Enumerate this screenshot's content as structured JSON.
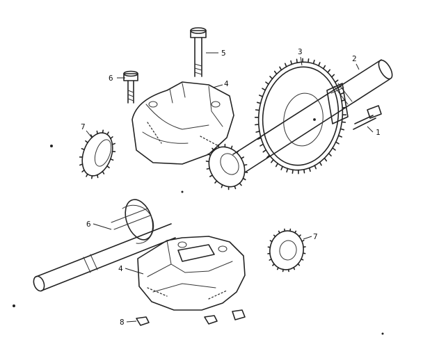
{
  "labels": {
    "l1": "1",
    "l2": "2",
    "l3": "3",
    "l4_top": "4",
    "l4_bottom": "4",
    "l5": "5",
    "l6_bolt": "6",
    "l6_shaft": "6",
    "l7_left": "7",
    "l7_right": "7",
    "l8": "8"
  },
  "colors": {
    "ink": "#222222",
    "paper": "#ffffff"
  }
}
